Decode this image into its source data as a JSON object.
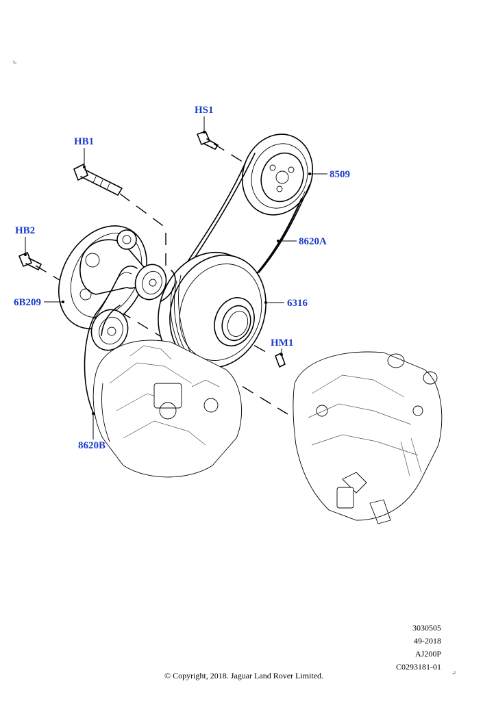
{
  "callouts": {
    "hs1": "HS1",
    "hb1": "HB1",
    "hb2": "HB2",
    "p8509": "8509",
    "p8620a": "8620A",
    "p6b209": "6B209",
    "p6316": "6316",
    "hm1": "HM1",
    "p8620b": "8620B"
  },
  "meta": {
    "line1": "3030505",
    "line2": "49-2018",
    "line3": "AJ200P",
    "line4": "C0293181-01"
  },
  "copyright": "© Copyright, 2018. Jaguar Land Rover Limited.",
  "colors": {
    "callout": "#1a3ccc",
    "line": "#000000"
  }
}
